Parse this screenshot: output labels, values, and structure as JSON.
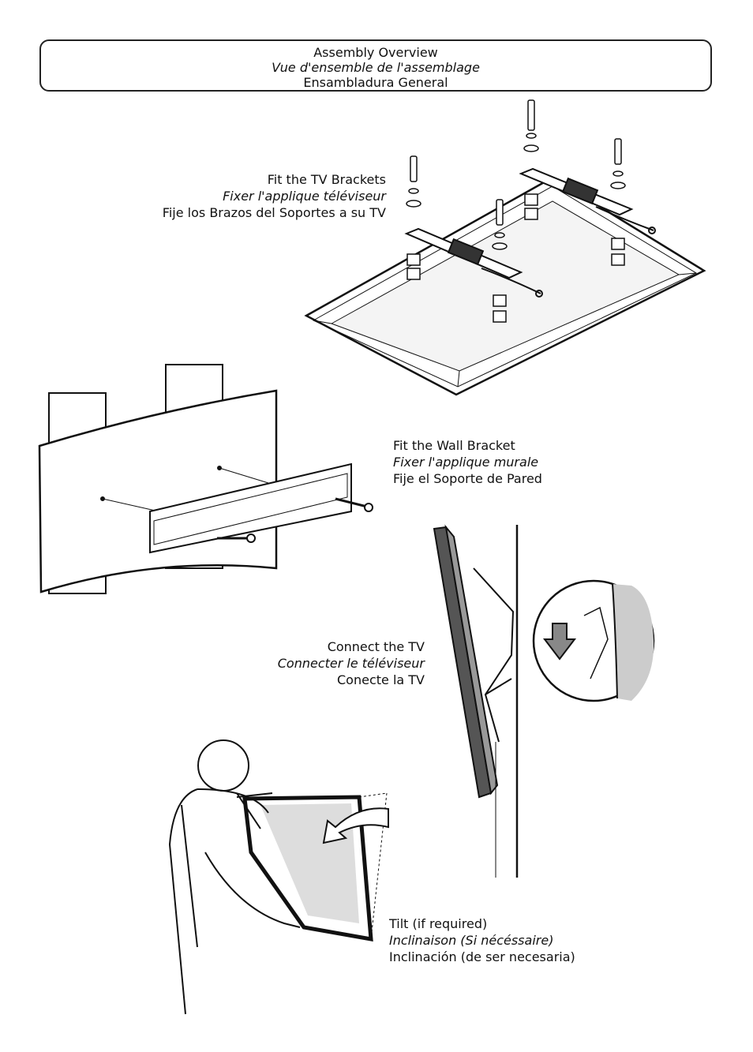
{
  "header": {
    "title_en": "Assembly Overview",
    "title_fr": "Vue d'ensemble de l'assemblage",
    "title_es": "Ensambladura General"
  },
  "steps": [
    {
      "en": "Fit the TV Brackets",
      "fr": "Fixer l'applique téléviseur",
      "es": "Fije los Brazos del Soportes a su TV"
    },
    {
      "en": "Fit the Wall Bracket",
      "fr": "Fixer l'applique murale",
      "es": "Fije el Soporte de Pared"
    },
    {
      "en": "Connect the TV",
      "fr": "Connecter le téléviseur",
      "es": "Conecte la TV"
    },
    {
      "en": "Tilt (if required)",
      "fr": "Inclinaison (Si nécéssaire)",
      "es": "Inclinación (de ser necesaria)"
    }
  ]
}
